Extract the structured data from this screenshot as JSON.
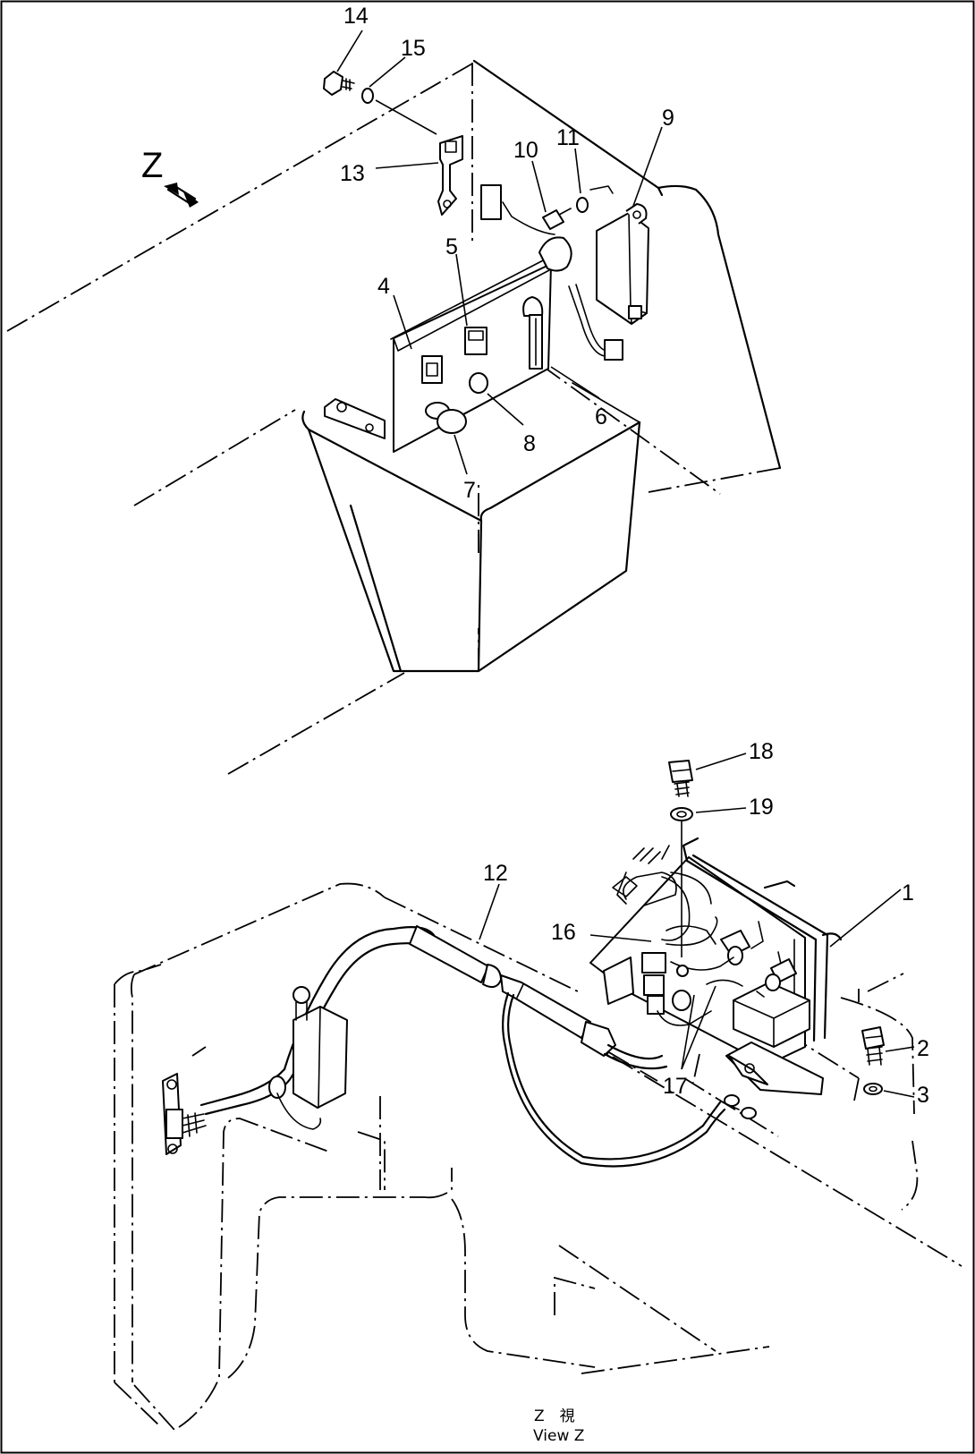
{
  "view_marker": "Z",
  "caption": {
    "line1": "Z　視",
    "line2": "View  Z"
  },
  "parts": {
    "p1": "1",
    "p2": "2",
    "p3": "3",
    "p4": "4",
    "p5": "5",
    "p6": "6",
    "p7": "7",
    "p8": "8",
    "p9": "9",
    "p10": "10",
    "p11": "11",
    "p12": "12",
    "p13": "13",
    "p14": "14",
    "p15": "15",
    "p16": "16",
    "p17": "17",
    "p18": "18",
    "p19": "19"
  }
}
